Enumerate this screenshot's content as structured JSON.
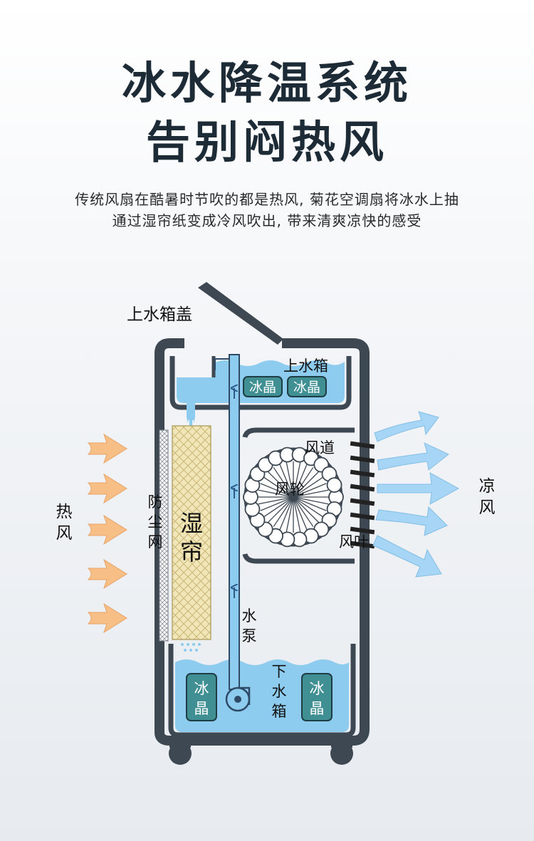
{
  "title": {
    "line1": "冰水降温系统",
    "line2": "告别闷热风"
  },
  "description": {
    "line1": "传统风扇在酷暑时节吹的都是热风, 菊花空调扇将冰水上抽",
    "line2": "通过湿帘纸变成冷风吹出, 带来清爽凉快的感受"
  },
  "labels": {
    "upper_tank_lid": "上水箱盖",
    "upper_tank": "上水箱",
    "ice_crystal": "冰晶",
    "hot_wind_1": "热",
    "hot_wind_2": "风",
    "dust_net_1": "防",
    "dust_net_2": "尘",
    "dust_net_3": "网",
    "wet_curtain_1": "湿",
    "wet_curtain_2": "帘",
    "air_duct": "风道",
    "wind_wheel": "风轮",
    "fan_blade": "风叶",
    "cool_wind_1": "凉",
    "cool_wind_2": "风",
    "pump_1": "水",
    "pump_2": "泵",
    "lower_tank_1": "下",
    "lower_tank_2": "水",
    "lower_tank_3": "箱",
    "ice_1": "冰",
    "ice_2": "晶"
  },
  "colors": {
    "title": "#1d2b37",
    "frame": "#3d4853",
    "water": "#8dcbef",
    "hot_arrow": "#f7bf86",
    "cool_arrow": "#a6d5f5",
    "curtain": "#f1e6b7",
    "ice_box": "#3f8f93"
  }
}
